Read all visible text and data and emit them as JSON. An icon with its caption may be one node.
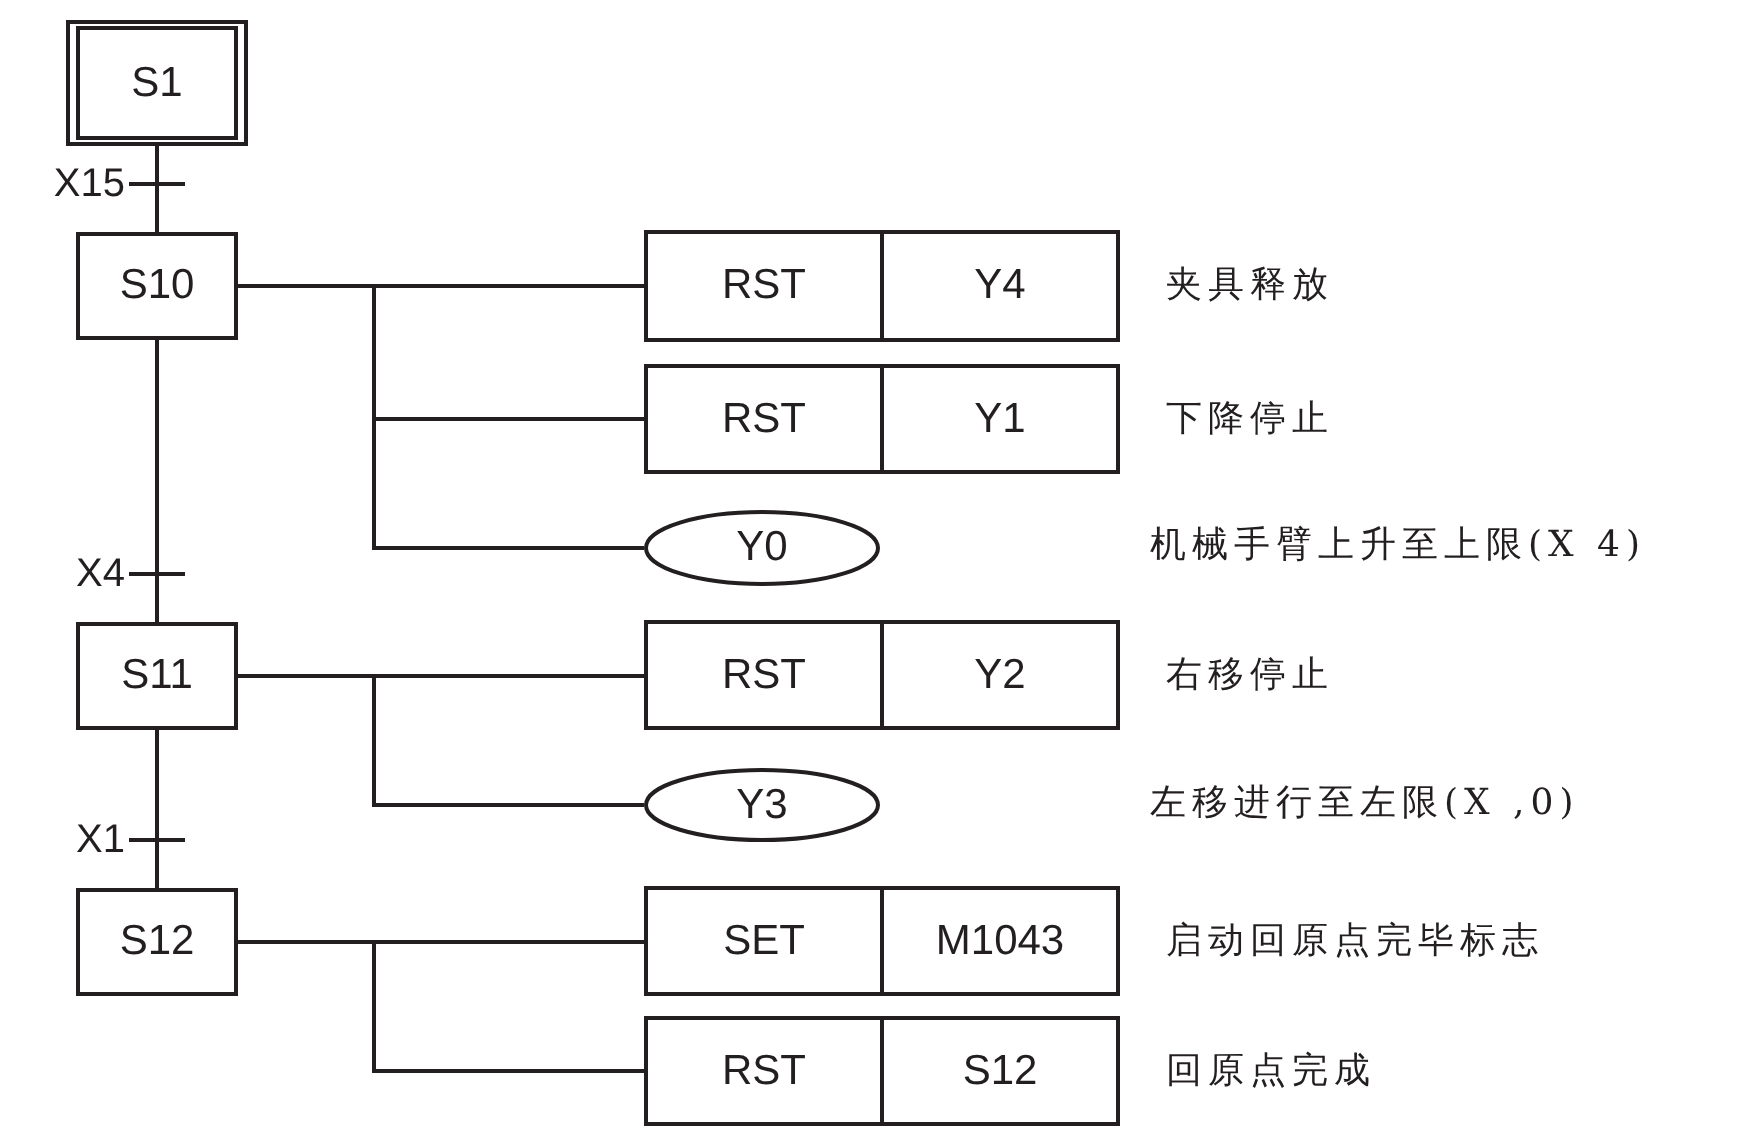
{
  "diagram": {
    "nodes": [
      {
        "text": [
          "S1"
        ]
      },
      {
        "text": [
          "S10"
        ]
      },
      {
        "text": [
          "RST",
          "Y4"
        ],
        "beside": [
          "夹具释放"
        ]
      },
      {
        "text": [
          "RST",
          "Y1"
        ],
        "beside": [
          "下降停止"
        ]
      },
      {
        "text": [
          "Y0"
        ]
      },
      {
        "text": [
          "S11"
        ]
      },
      {
        "text": [
          "RST",
          "Y2"
        ],
        "beside": [
          "右移停止"
        ]
      },
      {
        "text": [
          "Y3"
        ]
      },
      {
        "text": [
          "S12"
        ]
      },
      {
        "text": [
          "SET",
          "M1043"
        ],
        "beside": [
          "启动回原点完毕标志"
        ]
      },
      {
        "text": [
          "RST",
          "S12"
        ],
        "beside": [
          "回原点完成"
        ]
      }
    ],
    "edges": [
      {
        "from": 0,
        "to": 1,
        "arrow": "none",
        "label": "X15"
      },
      {
        "from": 1,
        "to": 2,
        "arrow": "none"
      },
      {
        "from": 1,
        "to": 3,
        "arrow": "none"
      },
      {
        "from": 1,
        "to": 4,
        "arrow": "none"
      },
      {
        "from": 1,
        "to": 5,
        "arrow": "none",
        "label": "X4"
      },
      {
        "from": 5,
        "to": 6,
        "arrow": "none"
      },
      {
        "from": 5,
        "to": 7,
        "arrow": "none"
      },
      {
        "from": 5,
        "to": 8,
        "arrow": "none",
        "label": "X1"
      },
      {
        "from": 8,
        "to": 9,
        "arrow": "none"
      },
      {
        "from": 8,
        "to": 10,
        "arrow": "none"
      }
    ],
    "labels": [
      "机械手臂上升至上限(X 4)",
      "左移进行至左限(X ,0)"
    ]
  }
}
